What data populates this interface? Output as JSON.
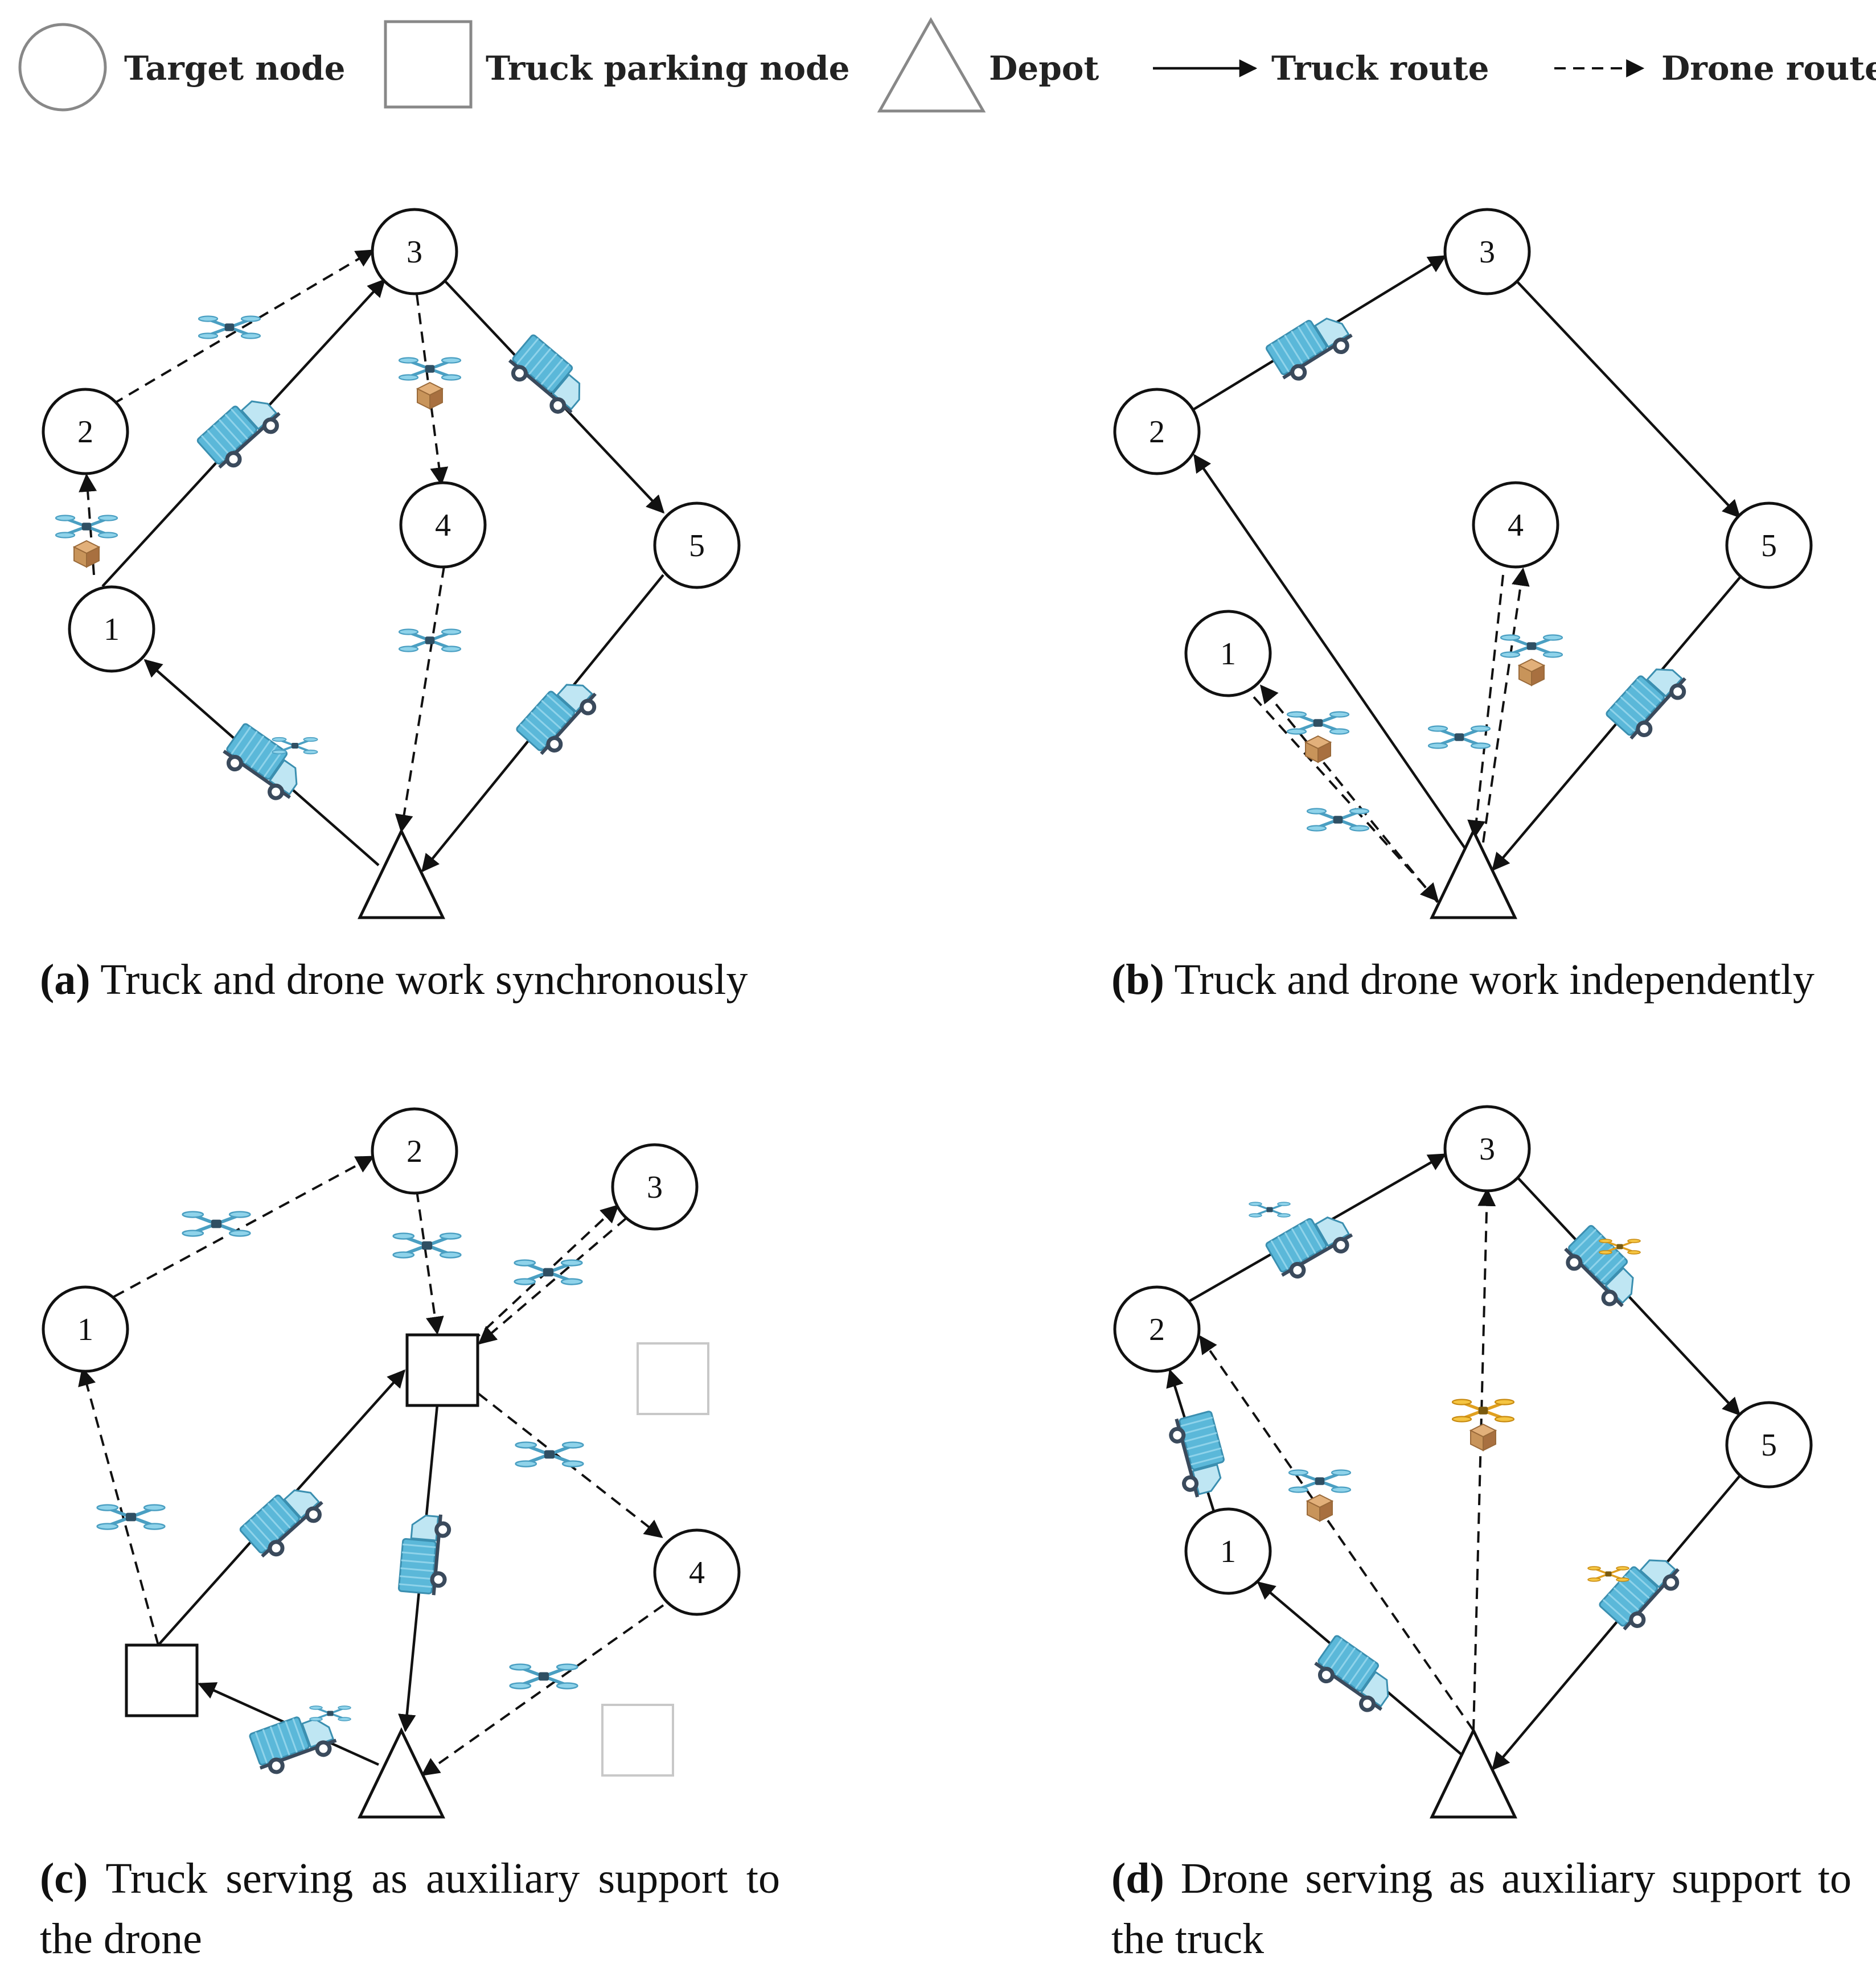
{
  "legend": {
    "target_node": "Target node",
    "truck_parking_node": "Truck parking node",
    "depot": "Depot",
    "truck_route": "Truck route",
    "drone_route": "Drone route"
  },
  "panels": [
    {
      "id": "a",
      "tag": "(a)",
      "caption": "Truck and drone work synchronously",
      "nodes": [
        {
          "id": "1",
          "label": "1"
        },
        {
          "id": "2",
          "label": "2"
        },
        {
          "id": "3",
          "label": "3"
        },
        {
          "id": "4",
          "label": "4"
        },
        {
          "id": "5",
          "label": "5"
        }
      ]
    },
    {
      "id": "b",
      "tag": "(b)",
      "caption": "Truck and drone work independently",
      "nodes": [
        {
          "id": "1",
          "label": "1"
        },
        {
          "id": "2",
          "label": "2"
        },
        {
          "id": "3",
          "label": "3"
        },
        {
          "id": "4",
          "label": "4"
        },
        {
          "id": "5",
          "label": "5"
        }
      ]
    },
    {
      "id": "c",
      "tag": "(c)",
      "caption": "Truck serving as auxiliary support to the drone",
      "nodes": [
        {
          "id": "1",
          "label": "1"
        },
        {
          "id": "2",
          "label": "2"
        },
        {
          "id": "3",
          "label": "3"
        },
        {
          "id": "4",
          "label": "4"
        }
      ]
    },
    {
      "id": "d",
      "tag": "(d)",
      "caption": "Drone serving as auxiliary support to the truck",
      "nodes": [
        {
          "id": "1",
          "label": "1"
        },
        {
          "id": "2",
          "label": "2"
        },
        {
          "id": "3",
          "label": "3"
        },
        {
          "id": "5",
          "label": "5"
        }
      ]
    }
  ],
  "colors": {
    "truck": "#5bb8d9",
    "drone": "#5fb3d0",
    "drone_alt": "#f0b429",
    "package": "#c8945a",
    "ink": "#111111"
  },
  "icons": [
    "truck-icon",
    "drone-icon",
    "package-icon"
  ]
}
